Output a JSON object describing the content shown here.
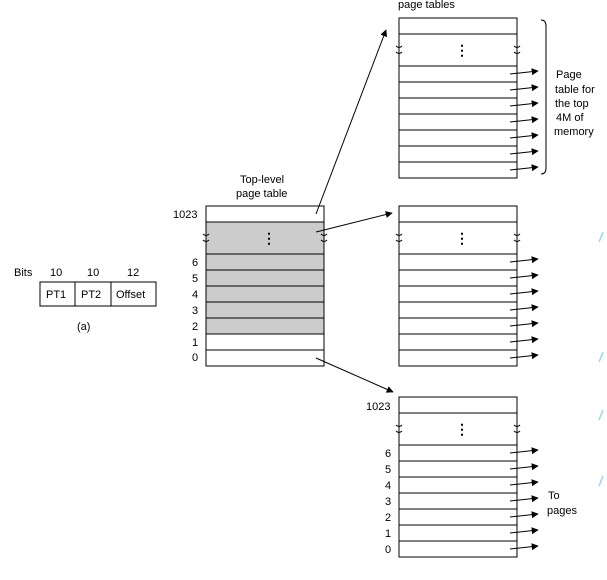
{
  "address_format": {
    "bits_label": "Bits",
    "field_sizes": [
      "10",
      "10",
      "12"
    ],
    "fields": [
      "PT1",
      "PT2",
      "Offset"
    ],
    "caption": "(a)"
  },
  "top_level": {
    "title_line1": "Top-level",
    "title_line2": "page table",
    "top_index": "1023",
    "indices": [
      "6",
      "5",
      "4",
      "3",
      "2",
      "1",
      "0"
    ],
    "ellipsis": "⋮"
  },
  "second_level": {
    "header": "page tables",
    "note_lines": [
      "Page",
      "table for",
      "the top",
      "4M of",
      "memory"
    ],
    "bottom_top_index": "1023",
    "bottom_indices": [
      "6",
      "5",
      "4",
      "3",
      "2",
      "1",
      "0"
    ],
    "to_pages_line1": "To",
    "to_pages_line2": "pages",
    "ellipsis": "⋮"
  },
  "colors": {
    "shaded": "#cccccc",
    "accent": "#9fd3ea"
  }
}
